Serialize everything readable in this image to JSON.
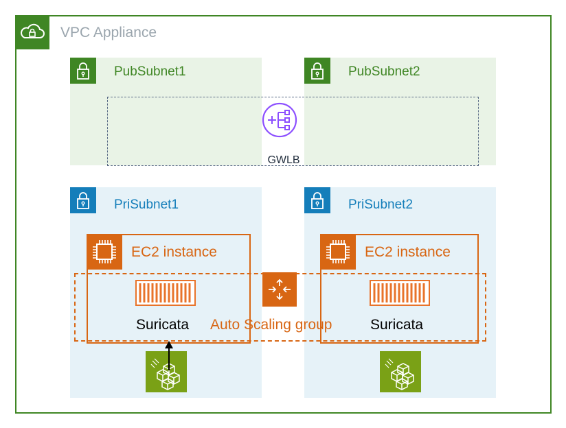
{
  "vpc": {
    "title": "VPC Appliance",
    "icon": "vpc-cloud-lock-icon"
  },
  "subnets": {
    "pub1": {
      "title": "PubSubnet1",
      "icon": "public-subnet-lock-icon"
    },
    "pub2": {
      "title": "PubSubnet2",
      "icon": "public-subnet-lock-icon"
    },
    "pri1": {
      "title": "PriSubnet1",
      "icon": "private-subnet-lock-icon"
    },
    "pri2": {
      "title": "PriSubnet2",
      "icon": "private-subnet-lock-icon"
    }
  },
  "gwlb": {
    "label": "GWLB",
    "icon": "gateway-load-balancer-icon"
  },
  "ec2": [
    {
      "title": "EC2 instance",
      "app": "Suricata",
      "icon": "ec2-instance-chip-icon"
    },
    {
      "title": "EC2 instance",
      "app": "Suricata",
      "icon": "ec2-instance-chip-icon"
    }
  ],
  "asg": {
    "label": "Auto Scaling group",
    "icon": "auto-scaling-icon"
  },
  "colors": {
    "vpc_green": "#3f8624",
    "private_blue": "#147eba",
    "ec2_orange": "#d86613",
    "gwlb_purple": "#8c4fff",
    "bundle_green": "#7aa116",
    "public_bg": "#e9f3e6",
    "private_bg": "#e6f2f8"
  }
}
